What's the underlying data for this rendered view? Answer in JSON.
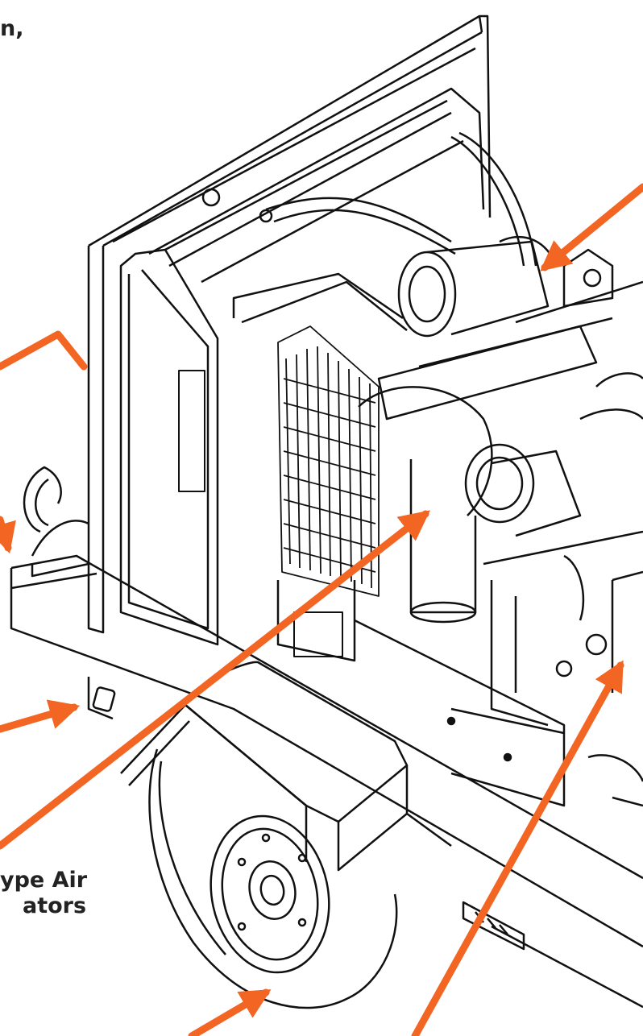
{
  "colors": {
    "arrow": "#f26522",
    "line": "#111111",
    "text": "#222222"
  },
  "labels": {
    "top_fragment": "n,",
    "bottom_line1": "ype Air",
    "bottom_line2": "ators"
  },
  "icons": [
    "arrow-icon"
  ]
}
